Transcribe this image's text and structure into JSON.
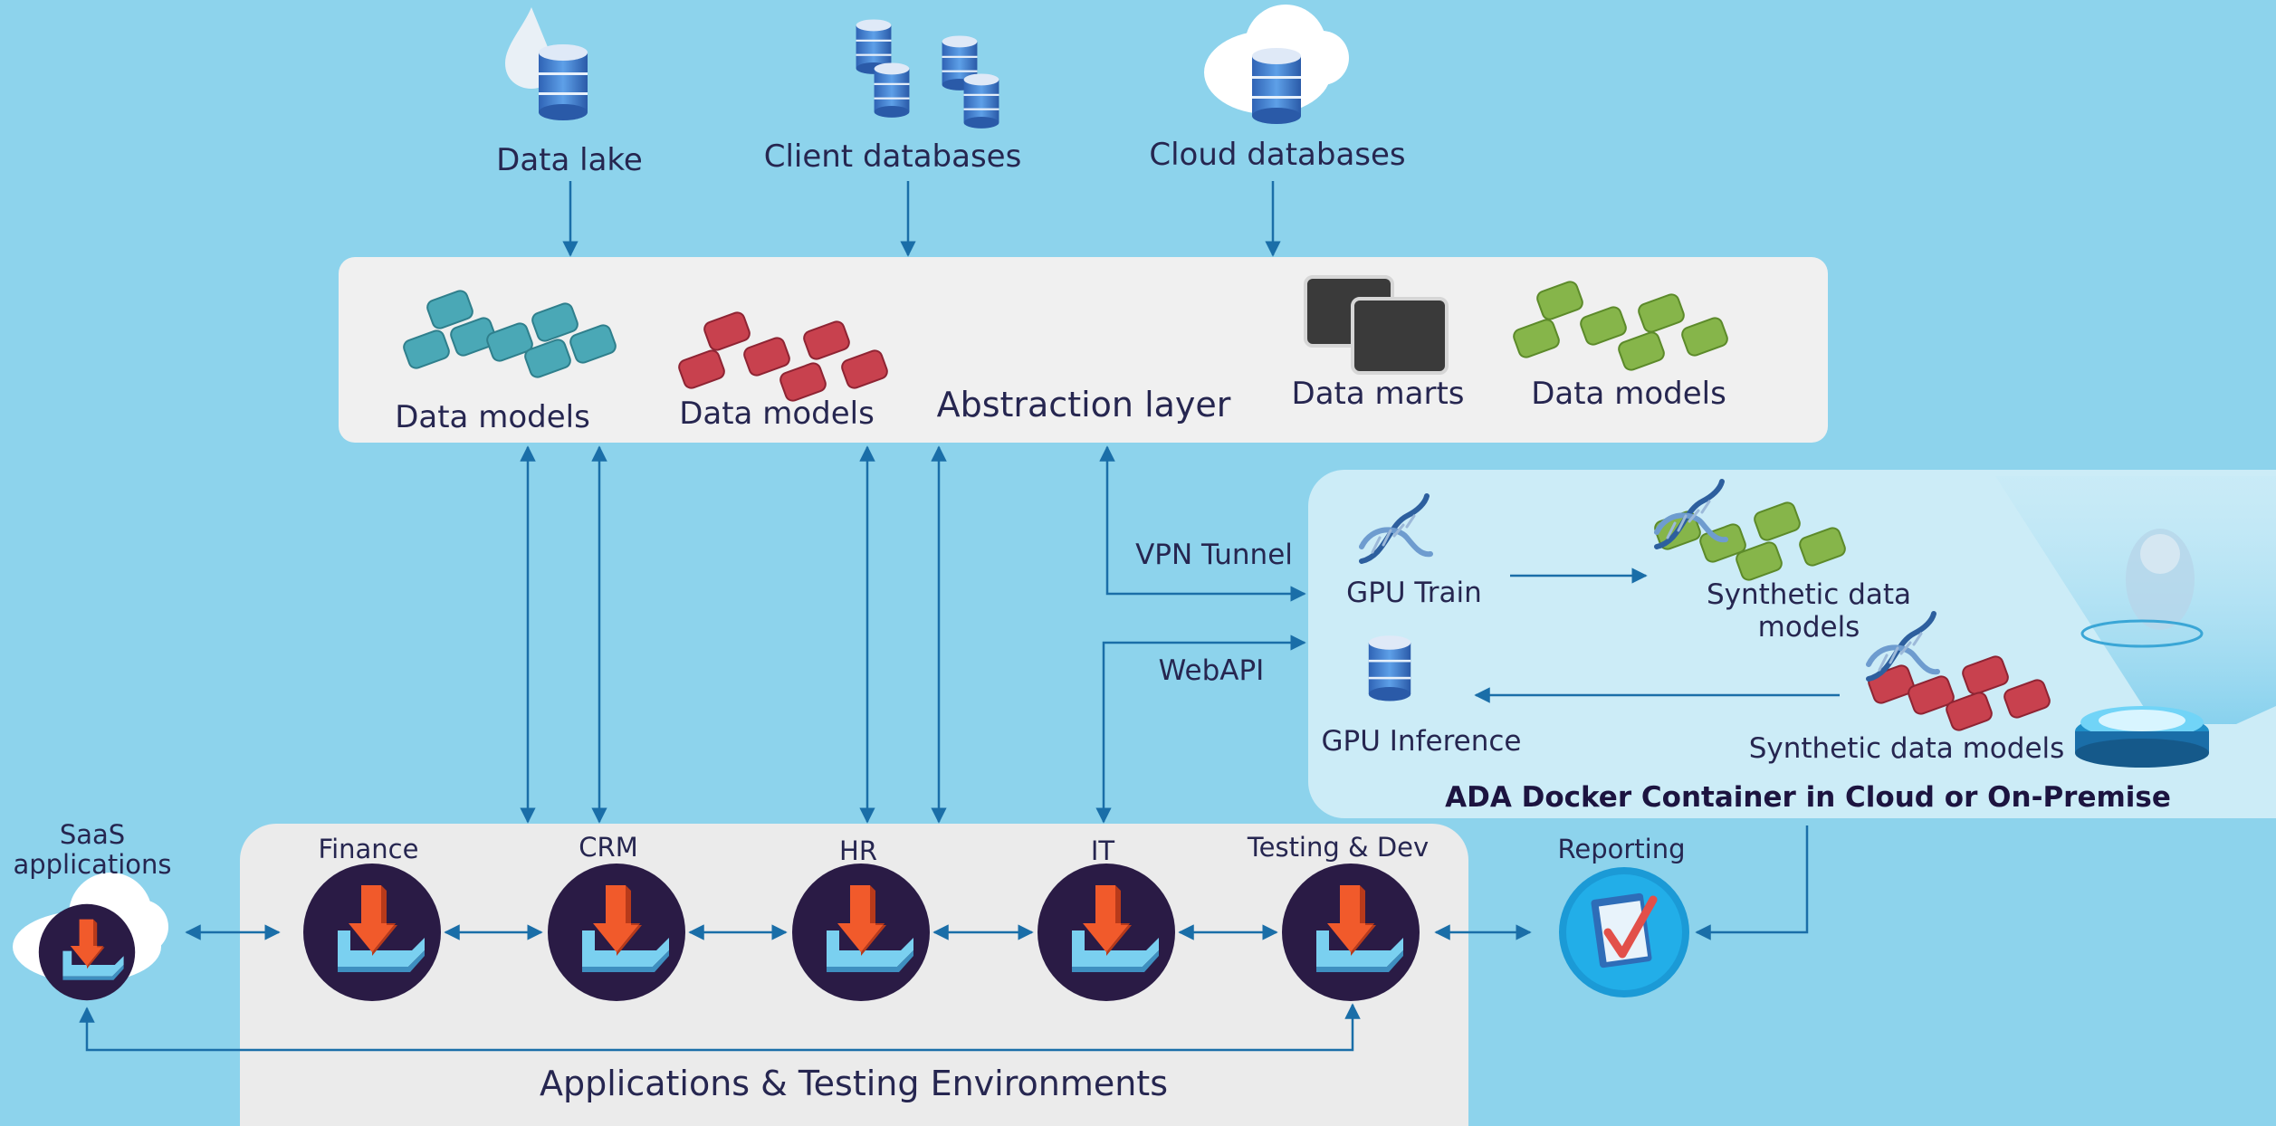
{
  "sources": {
    "data_lake": "Data lake",
    "client_databases": "Client databases",
    "cloud_databases": "Cloud databases"
  },
  "abstraction": {
    "title": "Abstraction layer",
    "data_models_1": "Data models",
    "data_models_2": "Data models",
    "data_marts": "Data marts",
    "data_models_3": "Data models"
  },
  "connections": {
    "vpn": "VPN Tunnel",
    "webapi": "WebAPI"
  },
  "ada": {
    "gpu_train": "GPU Train",
    "synthetic_1": "Synthetic data\nmodels",
    "gpu_inference": "GPU Inference",
    "synthetic_2": "Synthetic data models",
    "title": "ADA Docker Container in Cloud or On-Premise"
  },
  "apps": {
    "saas": "SaaS\napplications",
    "finance": "Finance",
    "crm": "CRM",
    "hr": "HR",
    "it": "IT",
    "testing": "Testing & Dev",
    "reporting": "Reporting",
    "title": "Applications & Testing Environments"
  },
  "colors": {
    "background": "#8dd3ec",
    "arrow": "#1a6ea8",
    "teal_model": "#4aa8b6",
    "red_model": "#c8414e",
    "green_model": "#86b54a",
    "app_circle": "#2a1b45",
    "download_orange": "#f15a2b",
    "download_blue": "#7ad0f0"
  }
}
